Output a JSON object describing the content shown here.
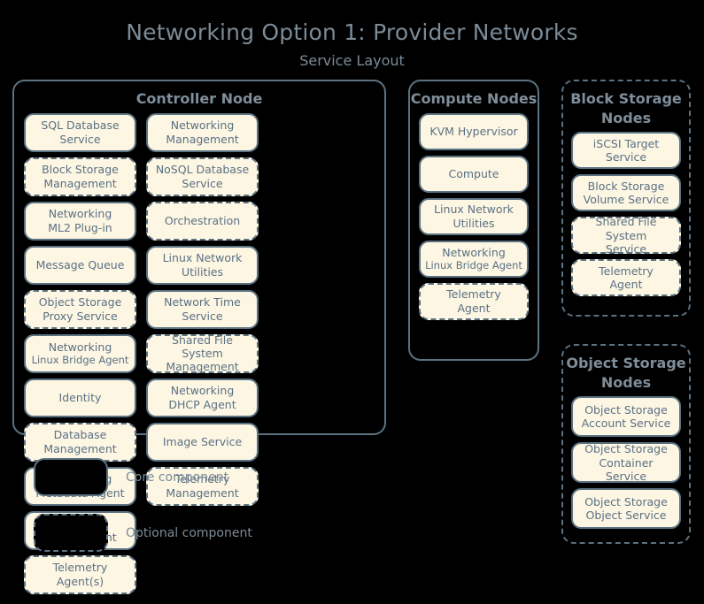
{
  "header": {
    "title": "Networking Option 1: Provider Networks",
    "subtitle": "Service Layout"
  },
  "nodes": [
    {
      "id": "controller-node",
      "title": "Controller Node",
      "style": "solid",
      "services": [
        {
          "line1": "SQL Database",
          "line2": "Service",
          "style": "solid"
        },
        {
          "line1": "Networking",
          "line2": "Management",
          "style": "solid"
        },
        {
          "line1": "Block Storage",
          "line2": "Management",
          "style": "dashed"
        },
        {
          "line1": "NoSQL Database",
          "line2": "Service",
          "style": "dashed"
        },
        {
          "line1": "Networking",
          "line2": "ML2 Plug-in",
          "style": "solid"
        },
        {
          "line1": "Orchestration",
          "line2": "",
          "style": "dashed"
        },
        {
          "line1": "Message Queue",
          "line2": "",
          "style": "solid"
        },
        {
          "line1": "Linux Network",
          "line2": "Utilities",
          "style": "solid"
        },
        {
          "line1": "Object Storage",
          "line2": "Proxy Service",
          "style": "dashed"
        },
        {
          "line1": "Network Time",
          "line2": "Service",
          "style": "solid"
        },
        {
          "line1": "Networking",
          "line2": "Linux Bridge Agent",
          "style": "solid",
          "small2": true
        },
        {
          "line1": "Shared File System",
          "line2": "Management",
          "style": "dashed"
        },
        {
          "line1": "Identity",
          "line2": "",
          "style": "solid"
        },
        {
          "line1": "Networking",
          "line2": "DHCP Agent",
          "style": "solid"
        },
        {
          "line1": "Database",
          "line2": "Management",
          "style": "dashed"
        },
        {
          "line1": "Image Service",
          "line2": "",
          "style": "solid"
        },
        {
          "line1": "Networking",
          "line2": "Metadata Agent",
          "style": "solid"
        },
        {
          "line1": "Telemetry",
          "line2": "Management",
          "style": "dashed"
        },
        {
          "line1": "Compute",
          "line2": "Management",
          "style": "solid"
        },
        {
          "line1": "",
          "line2": "",
          "style": "empty"
        },
        {
          "line1": "Telemetry",
          "line2": "Agent(s)",
          "style": "dashed"
        }
      ]
    },
    {
      "id": "compute-nodes",
      "title": "Compute Nodes",
      "style": "solid",
      "services": [
        {
          "line1": "KVM Hypervisor",
          "line2": "",
          "style": "solid"
        },
        {
          "line1": "Compute",
          "line2": "",
          "style": "solid"
        },
        {
          "line1": "Linux Network",
          "line2": "Utilities",
          "style": "solid"
        },
        {
          "line1": "Networking",
          "line2": "Linux Bridge Agent",
          "style": "solid",
          "small2": true
        },
        {
          "line1": "Telemetry",
          "line2": "Agent",
          "style": "dashed"
        }
      ]
    },
    {
      "id": "block-storage-nodes",
      "title": "Block Storage Nodes",
      "style": "dashed",
      "services": [
        {
          "line1": "iSCSI Target",
          "line2": "Service",
          "style": "solid"
        },
        {
          "line1": "Block Storage",
          "line2": "Volume Service",
          "style": "solid"
        },
        {
          "line1": "Shared File System",
          "line2": "Service",
          "style": "dashed"
        },
        {
          "line1": "Telemetry",
          "line2": "Agent",
          "style": "dashed"
        }
      ]
    },
    {
      "id": "object-storage-nodes",
      "title": "Object Storage Nodes",
      "style": "dashed",
      "services": [
        {
          "line1": "Object Storage",
          "line2": "Account Service",
          "style": "solid"
        },
        {
          "line1": "Object Storage",
          "line2": "Container Service",
          "style": "solid"
        },
        {
          "line1": "Object Storage",
          "line2": "Object Service",
          "style": "solid"
        }
      ]
    }
  ],
  "legend": {
    "core_label": "Core component",
    "optional_label": "Optional component"
  },
  "colors": {
    "background": "#000000",
    "border": "#5b7282",
    "service_fill": "#fdf6e3",
    "text": "#6b7f8d",
    "title_text": "#7b8b97"
  }
}
